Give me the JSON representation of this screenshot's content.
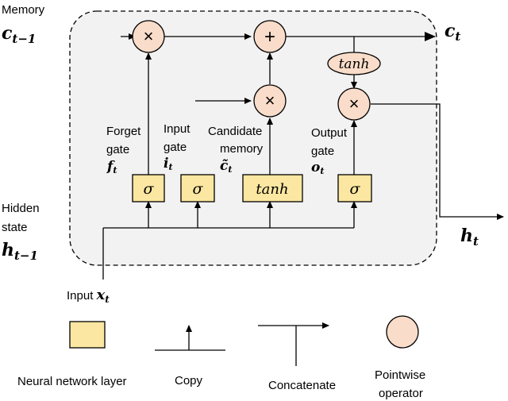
{
  "labels": {
    "memory": "Memory",
    "c_prev": "c",
    "c_prev_sub": "t−1",
    "c_out": "c",
    "c_out_sub": "t",
    "hidden_line1": "Hidden",
    "hidden_line2": "state",
    "h_prev": "h",
    "h_prev_sub": "t−1",
    "h_out": "h",
    "h_out_sub": "t",
    "input_text": "Input ",
    "x_sym": "x",
    "x_sub": "t"
  },
  "gates": {
    "forget_line1": "Forget",
    "forget_line2": "gate",
    "forget_sym": "f",
    "forget_sub": "t",
    "input_line1": "Input",
    "input_line2": "gate",
    "input_sym": "i",
    "input_sub": "t",
    "cand_line1": "Candidate",
    "cand_line2": "memory",
    "cand_sym": "c̃",
    "cand_sub": "t",
    "output_line1": "Output",
    "output_line2": "gate",
    "output_sym": "o",
    "output_sub": "t"
  },
  "layers": {
    "sigma": "σ",
    "tanh": "tanh"
  },
  "operators": {
    "multiply": "×",
    "add": "+",
    "tanh": "tanh"
  },
  "legend": {
    "layer": "Neural network layer",
    "copy": "Copy",
    "concat": "Concatenate",
    "pointwise_line1": "Pointwise",
    "pointwise_line2": "operator"
  },
  "colors": {
    "layer_fill": "#fbe7a1",
    "operator_fill": "#f9dcc9",
    "cell_fill": "#f2f2f2"
  }
}
